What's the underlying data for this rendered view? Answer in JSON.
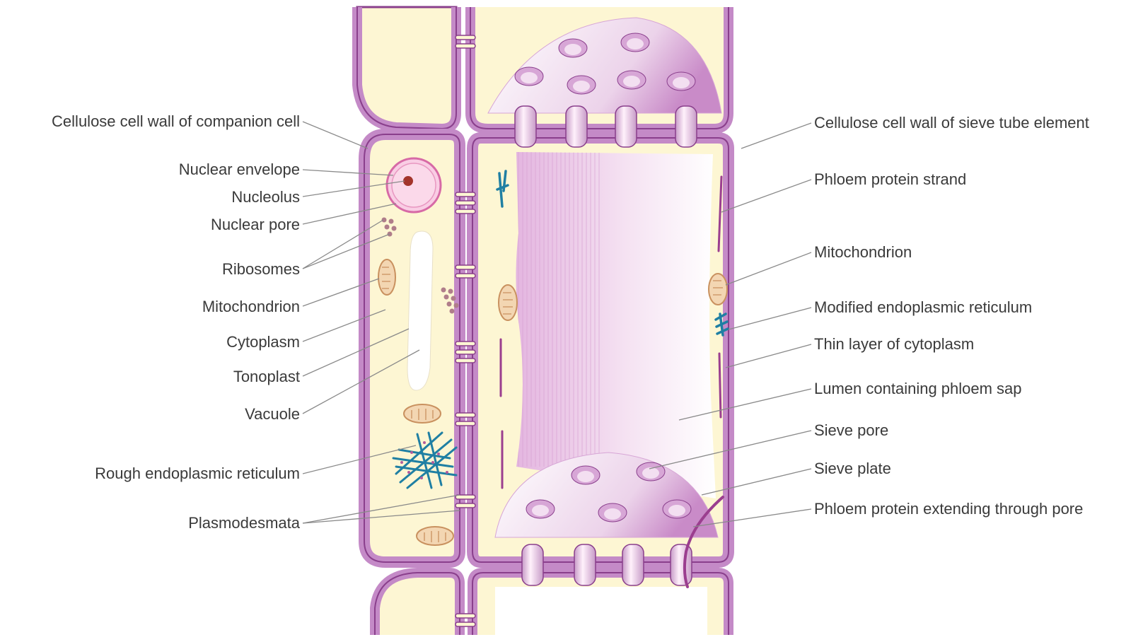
{
  "diagram": {
    "labels_left": {
      "companion_cell_wall": "Cellulose cell wall of companion cell",
      "nuclear_envelope": "Nuclear envelope",
      "nucleolus": "Nucleolus",
      "nuclear_pore": "Nuclear pore",
      "ribosomes": "Ribosomes",
      "mitochondrion": "Mitochondrion",
      "cytoplasm": "Cytoplasm",
      "tonoplast": "Tonoplast",
      "vacuole": "Vacuole",
      "rough_er": "Rough endoplasmic reticulum",
      "plasmodesmata": "Plasmodesmata"
    },
    "labels_right": {
      "sieve_tube_wall": "Cellulose cell wall of sieve tube element",
      "phloem_protein_strand": "Phloem protein strand",
      "mitochondrion": "Mitochondrion",
      "modified_er": "Modified endoplasmic reticulum",
      "thin_cytoplasm": "Thin layer of cytoplasm",
      "lumen": "Lumen containing phloem sap",
      "sieve_pore": "Sieve pore",
      "sieve_plate": "Sieve plate",
      "phloem_protein_pore": "Phloem protein extending through pore"
    },
    "colors": {
      "cell_wall": "#c48ac7",
      "wall_outline": "#8a3f8c",
      "cytoplasm": "#fdf6d3",
      "er": "#1f7fa3",
      "nucleus": "#f4b8d8",
      "organelle": "#c9915f"
    }
  }
}
